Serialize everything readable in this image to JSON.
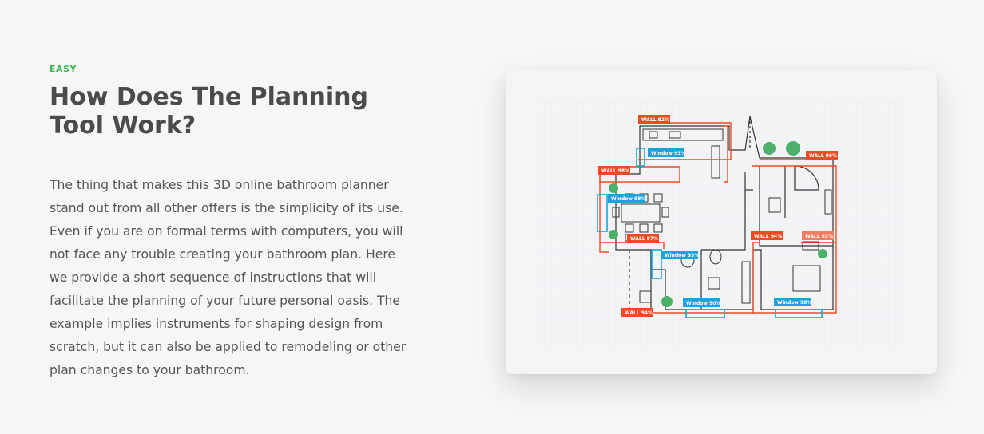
{
  "section": {
    "eyebrow": "EASY",
    "title": "How Does The Planning Tool Work?",
    "body": "The thing that makes this 3D online bathroom planner stand out from all other offers is the simplicity of its use. Even if you are on formal terms with computers, you will not face any trouble creating your bathroom plan. Here we provide a short sequence of instructions that will facilitate the planning of your future personal oasis. The example implies instruments for shaping design from scratch, but it can also be applied to remodeling or other plan changes to your bathroom."
  },
  "floor_plan": {
    "colors": {
      "wall": "#f04a23",
      "window": "#1aa3dc",
      "plant": "#4caf6a",
      "ink": "#333333"
    },
    "wall_tags": [
      "WALL 92%",
      "WALL 96%",
      "WALL 98%",
      "WALL 97%",
      "WALL 94%",
      "WALL 93%",
      "WALL 94%"
    ],
    "window_tags": [
      "Window 93%",
      "Window 98%",
      "Window 93%",
      "Window 90%",
      "Window 98%"
    ]
  }
}
